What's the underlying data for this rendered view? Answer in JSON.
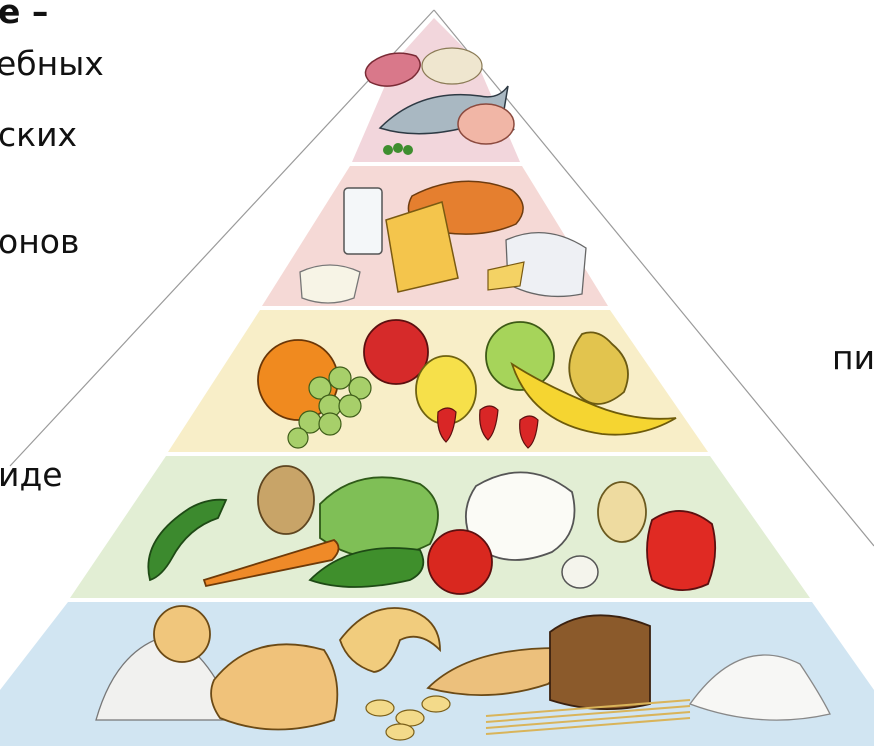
{
  "fragments": {
    "left_line1": "е –",
    "left_line2": "ебных",
    "left_line3": "ских",
    "left_line4": "онов",
    "left_line5": "иде",
    "right_line1": "пи"
  },
  "tiers": [
    {
      "name": "meat-fish-tier",
      "color": "#f3d3da",
      "foods": [
        "meat",
        "fish",
        "beans",
        "poultry",
        "peas"
      ]
    },
    {
      "name": "dairy-tier",
      "color": "#f5d8d4",
      "foods": [
        "milk",
        "cheese",
        "brie"
      ]
    },
    {
      "name": "fruit-tier",
      "color": "#f7ecc4",
      "foods": [
        "orange",
        "apple",
        "grapes",
        "lemon",
        "strawberry",
        "pear",
        "banana"
      ]
    },
    {
      "name": "vegetable-tier",
      "color": "#dfeccf",
      "foods": [
        "pepper",
        "potato",
        "cabbage",
        "cauliflower",
        "onion",
        "carrot",
        "cucumber",
        "tomato",
        "bell-pepper"
      ]
    },
    {
      "name": "grain-tier",
      "color": "#cfe3f1",
      "foods": [
        "bun",
        "rice",
        "bread",
        "croissant",
        "pasta",
        "rye-bread",
        "spaghetti",
        "flour"
      ]
    }
  ]
}
